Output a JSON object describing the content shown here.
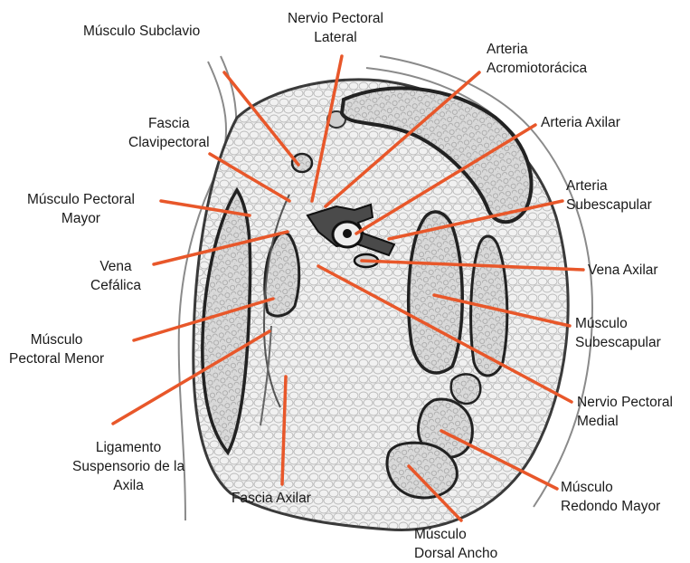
{
  "labels": {
    "subclavio": [
      "Músculo Subclavio"
    ],
    "pect_lateral": [
      "Nervio Pectoral",
      "Lateral"
    ],
    "acromio": [
      "Arteria",
      "Acromiotorácica"
    ],
    "fascia_clavi": [
      "Fascia",
      "Clavipectoral"
    ],
    "art_axilar": [
      "Arteria Axilar"
    ],
    "pectoral_mayor": [
      "Músculo Pectoral",
      "Mayor"
    ],
    "art_subesc": [
      "Arteria",
      "Subescapular"
    ],
    "vena_cefalica": [
      "Vena",
      "Cefálica"
    ],
    "vena_axilar": [
      "Vena Axilar"
    ],
    "pectoral_menor": [
      "Músculo",
      "Pectoral Menor"
    ],
    "musc_subesc": [
      "Músculo",
      "Subescapular"
    ],
    "pect_medial": [
      "Nervio Pectoral",
      "Medial"
    ],
    "ligamento": [
      "Ligamento",
      "Suspensorio de la",
      "Axila"
    ],
    "fascia_axilar": [
      "Fascia Axilar"
    ],
    "redondo": [
      "Músculo",
      "Redondo Mayor"
    ],
    "dorsal": [
      "Músculo",
      "Dorsal Ancho"
    ]
  },
  "colors": {
    "leader": "#e8572a",
    "outline": "#2b2b2b",
    "tissue": "#e9e9e9",
    "muscle": "#d6d6d6",
    "vessel": "#3a3a3a"
  }
}
